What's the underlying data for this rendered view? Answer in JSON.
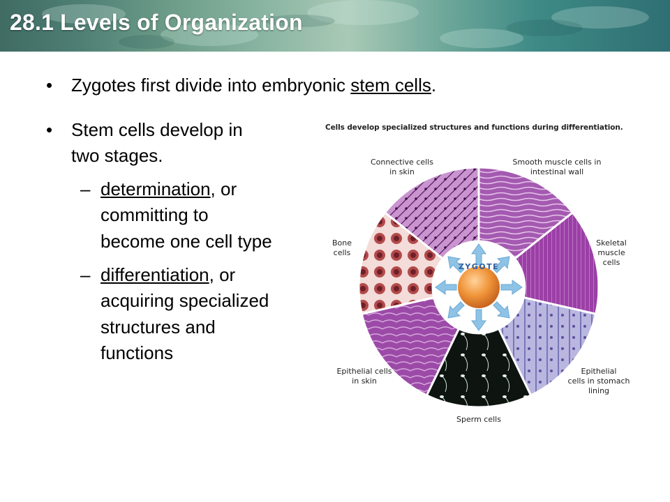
{
  "slide": {
    "title": "28.1 Levels of Organization",
    "bullet1": {
      "prefix": "Zygotes first divide into embryonic ",
      "term": "stem cells",
      "suffix": "."
    },
    "bullet2": {
      "line1": "Stem cells develop in",
      "line2": "two stages."
    },
    "sub1": {
      "dash": "–",
      "term": "determination",
      "rest": ", or",
      "line2": "committing to",
      "line3": "become one cell type"
    },
    "sub2": {
      "dash": "–",
      "term": "differentiation",
      "rest": ", or",
      "line2": "acquiring specialized",
      "line3": "structures and",
      "line4": "functions"
    }
  },
  "figure": {
    "title": "Cells develop specialized structures and functions during differentiation.",
    "center_label": "ZYGOTE",
    "labels": {
      "connective_1": "Connective cells",
      "connective_2": "in skin",
      "smooth_1": "Smooth muscle cells in",
      "smooth_2": "intestinal wall",
      "skeletal_1": "Skeletal",
      "skeletal_2": "muscle",
      "skeletal_3": "cells",
      "bone_1": "Bone",
      "bone_2": "cells",
      "epi_stomach_1": "Epithelial",
      "epi_stomach_2": "cells in stomach",
      "epi_stomach_3": "lining",
      "epi_skin_1": "Epithelial cells",
      "epi_skin_2": "in skin",
      "sperm": "Sperm cells"
    }
  },
  "colors": {
    "header_teal": "#4f7f74",
    "arrow_blue": "#8ec3e6",
    "zygote_orange": "#f0953a",
    "tissue_purple": "#9a4aa3"
  }
}
